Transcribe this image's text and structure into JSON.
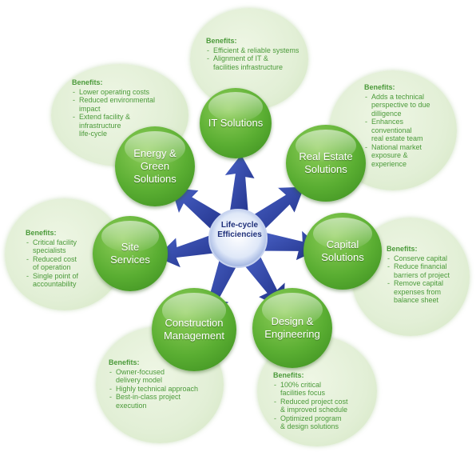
{
  "center": {
    "label": "Life-cycle\nEfficiencies"
  },
  "nodes": [
    {
      "id": "it-solutions",
      "label": "IT Solutions",
      "benefits_title": "Benefits:",
      "benefits": [
        "Efficient & reliable systems",
        "Alignment of IT &\nfacilities infrastructure"
      ]
    },
    {
      "id": "real-estate-solutions",
      "label": "Real Estate\nSolutions",
      "benefits_title": "Benefits:",
      "benefits": [
        "Adds a technical\nperspective to due\ndilligence",
        "Enhances\nconventional\nreal estate team",
        "National market\nexposure &\nexperience"
      ]
    },
    {
      "id": "capital-solutions",
      "label": "Capital\nSolutions",
      "benefits_title": "Benefits:",
      "benefits": [
        "Conserve capital",
        "Reduce financial\nbarriers of project",
        "Remove capital\nexpenses from\nbalance sheet"
      ]
    },
    {
      "id": "design-engineering",
      "label": "Design &\nEngineering",
      "benefits_title": "Benefits:",
      "benefits": [
        "100% critical\nfacilities focus",
        "Reduced project cost\n& improved schedule",
        "Optimized program\n& design solutions"
      ]
    },
    {
      "id": "construction-management",
      "label": "Construction\nManagement",
      "benefits_title": "Benefits:",
      "benefits": [
        "Owner-focused\ndelivery model",
        "Highly technical approach",
        "Best-in-class project\nexecution"
      ]
    },
    {
      "id": "site-services",
      "label": "Site\nServices",
      "benefits_title": "Benefits:",
      "benefits": [
        "Critical facility\nspecialists",
        "Reduced cost\nof operation",
        "Single point of\naccountability"
      ]
    },
    {
      "id": "energy-green-solutions",
      "label": "Energy &\nGreen\nSolutions",
      "benefits_title": "Benefits:",
      "benefits": [
        "Lower operating costs",
        "Reduced environmental\nimpact",
        "Extend facility &\ninfrastructure\nlife-cycle"
      ]
    }
  ],
  "colors": {
    "node_green": "#5aae32",
    "benefit_text": "#4b9a3a",
    "arrow_blue": "#2c3f9e",
    "center_text": "#1e2f7a"
  }
}
